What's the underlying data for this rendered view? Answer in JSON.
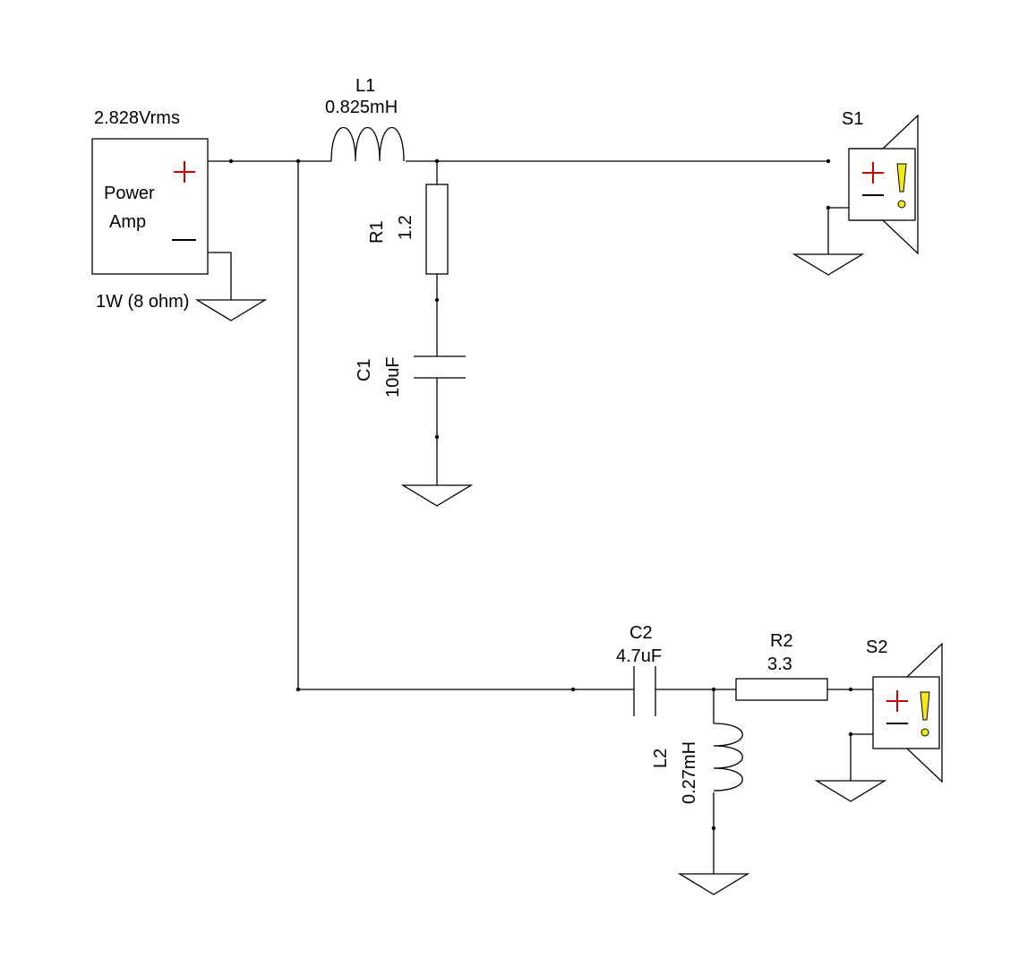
{
  "amp": {
    "voltage": "2.828Vrms",
    "name_line1": "Power",
    "name_line2": "Amp",
    "rating": "1W (8 ohm)",
    "plus_sign": "+",
    "minus_sign": "—"
  },
  "L1": {
    "name": "L1",
    "value": "0.825mH"
  },
  "R1": {
    "name": "R1",
    "value": "1.2"
  },
  "C1": {
    "name": "C1",
    "value": "10uF"
  },
  "S1": {
    "name": "S1"
  },
  "C2": {
    "name": "C2",
    "value": "4.7uF"
  },
  "R2": {
    "name": "R2",
    "value": "3.3"
  },
  "L2": {
    "name": "L2",
    "value": "0.27mH"
  },
  "S2": {
    "name": "S2"
  },
  "colors": {
    "plus": "#cc0000",
    "warning": "#f4ea1a",
    "line": "#000000"
  },
  "icons": {
    "speaker": "speaker-icon",
    "ground": "ground-icon",
    "warning": "warning-icon"
  }
}
